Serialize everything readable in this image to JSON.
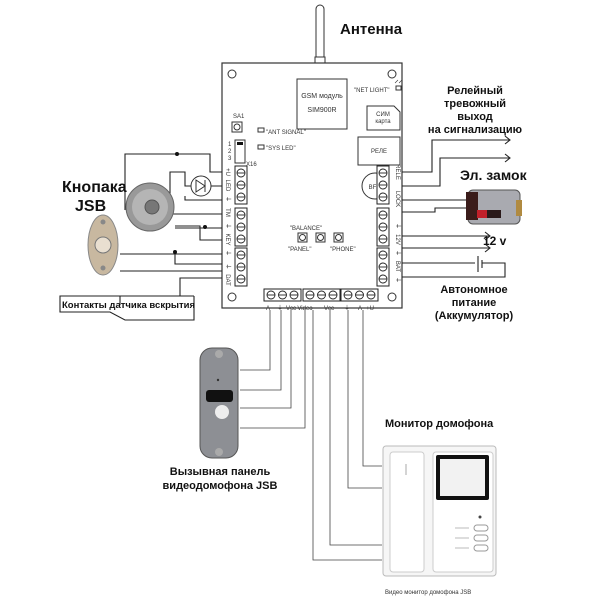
{
  "labels": {
    "antenna": "Антенна",
    "relay_output": [
      "Релейный",
      "тревожный",
      "выход",
      "на сигнализацию"
    ],
    "el_lock": "Эл. замок",
    "v12": "12 v",
    "battery": [
      "Автономное",
      "питание",
      "(Аккумулятор)"
    ],
    "button": [
      "Кнопака",
      "JSB"
    ],
    "tamper": "Контакты датчика вскрытия",
    "call_panel": [
      "Вызывная панель",
      "видеодомофона JSB"
    ],
    "monitor_title": "Монитор домофона",
    "monitor_caption": "Видео монитор  домофона JSB"
  },
  "board": {
    "gsm_module": [
      "GSM модуль",
      "SIM900R"
    ],
    "net_light": "\"NET LIGHT\"",
    "sim": [
      "СИМ",
      "карта"
    ],
    "relay": "РЕЛЕ",
    "buzzer": "BF 1",
    "sa1": "SA1",
    "ant_signal": "\"ANT SIGNAL\"",
    "sys_led": "\"SYS LED\"",
    "jumper_pins": [
      "1",
      "2",
      "3"
    ],
    "x16": "X16",
    "balance": "\"BALANCE\"",
    "panel": "\"PANEL\"",
    "phone": "\"PHONE\"",
    "left_terminals": [
      "+U",
      "LED",
      "⏚",
      "TM",
      "⏚",
      "KEY",
      "⏚",
      "⏚",
      "DAT"
    ],
    "right_terminals": [
      "RELE",
      "",
      "LOCK",
      "",
      "⏚",
      "12V",
      "⏚",
      "BAT",
      "⏚"
    ],
    "bottom_terminals": [
      "A",
      "⏚",
      "Vcc",
      "Video",
      "Vcc",
      "⏚",
      "A",
      "+U"
    ]
  }
}
